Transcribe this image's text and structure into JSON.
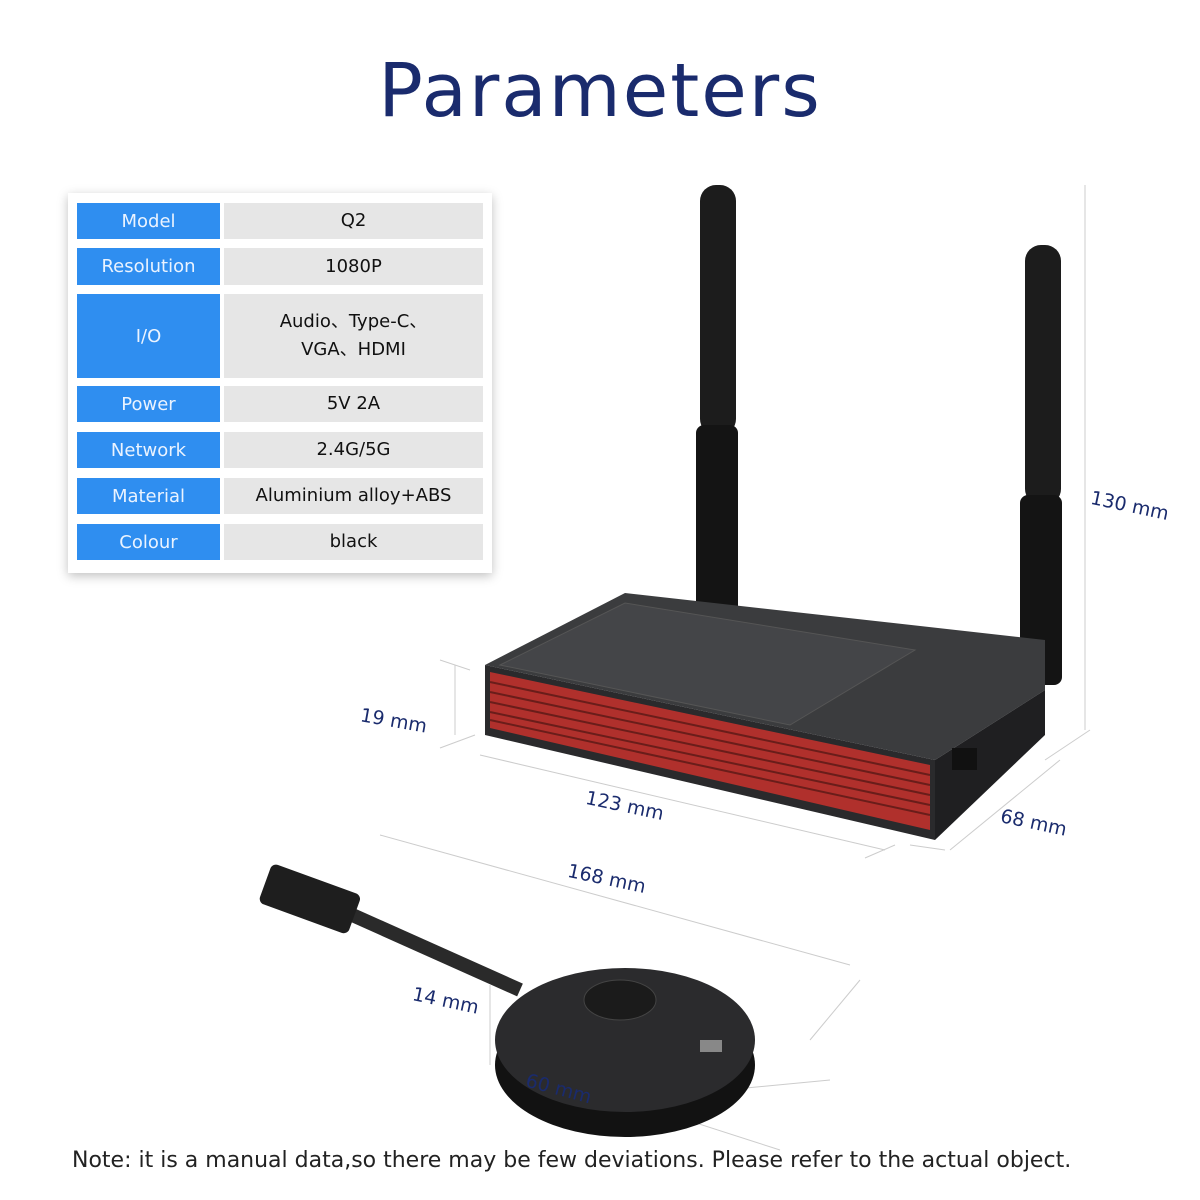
{
  "title": "Parameters",
  "specs": [
    {
      "label": "Model",
      "value": "Q2"
    },
    {
      "label": "Resolution",
      "value": "1080P"
    },
    {
      "label": "I/O",
      "value": "Audio、Type-C、\nVGA、HDMI"
    },
    {
      "label": "Power",
      "value": "5V 2A"
    },
    {
      "label": "Network",
      "value": "2.4G/5G"
    },
    {
      "label": "Material",
      "value": "Aluminium alloy+ABS"
    },
    {
      "label": "Colour",
      "value": "black"
    }
  ],
  "dimensions": {
    "height": "130 mm",
    "thickness": "19 mm",
    "length": "123 mm",
    "depth": "68 mm",
    "cable": "168 mm",
    "dongle_height": "14 mm",
    "dongle_diameter": "60 mm"
  },
  "colors": {
    "title": "#1a2b6d",
    "label_bg": "#2f8ef0",
    "value_bg": "#e6e6e6",
    "vent": "#b0302c"
  },
  "note": "Note:  it is a manual data,so there may be few  deviations. Please refer to the actual object."
}
